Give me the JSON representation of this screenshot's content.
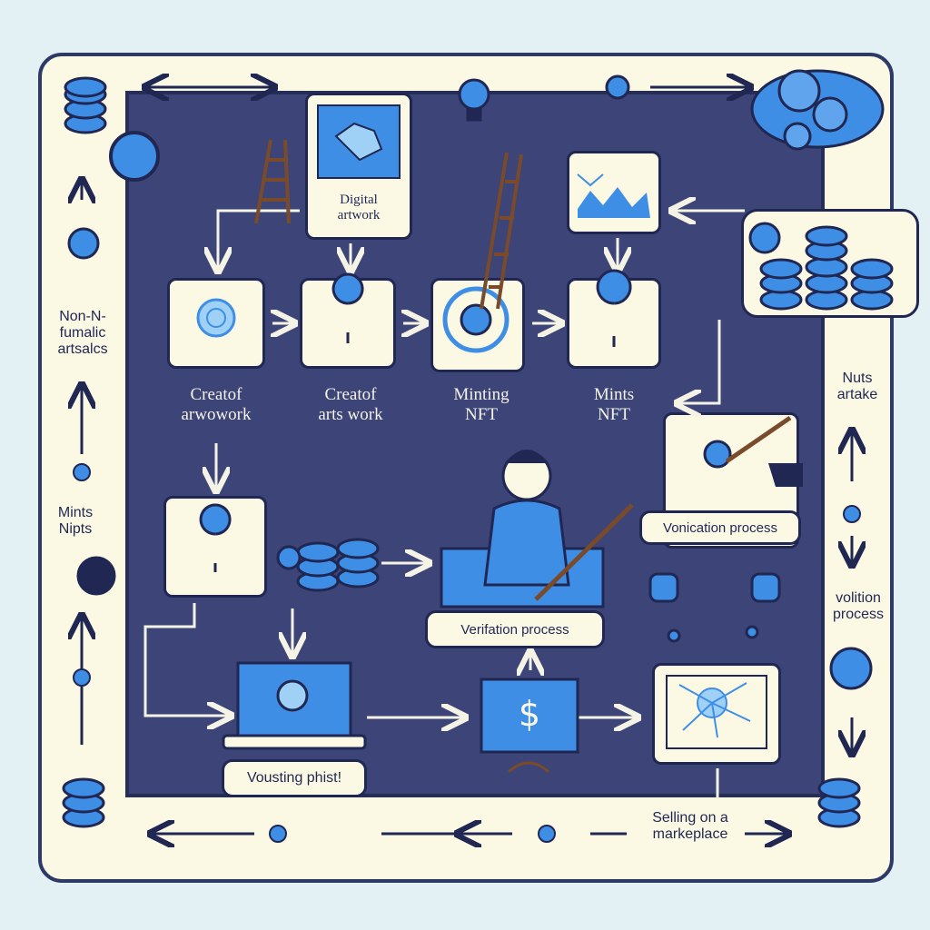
{
  "colors": {
    "background": "#e4f1f4",
    "frame": "#fbf9e4",
    "board": "#3c4478",
    "outline": "#1f2752",
    "accent": "#3f8ee6",
    "accent_light": "#9fd0f5"
  },
  "labels": {
    "digital_artwork": "Digital\nartwork",
    "step1": "Creatof\narwowork",
    "step2": "Creatof\narts work",
    "step3": "Minting\nNFT",
    "step4": "Mints\nNFT",
    "verification_top": "Vonication process",
    "verification_mid": "Verifation process",
    "voting": "Vousting phist!",
    "selling": "Selling on a\nmarkeplace"
  },
  "side_labels": {
    "left_top": "Non-N-\nfumalic\nartsalcs",
    "left_mid": "Mints\nNipts",
    "right_top": "Nuts\nartake",
    "right_mid": "volition\nprocess"
  },
  "icons": {
    "coin": "coin-stack-icon",
    "nft": "nft-badge-icon",
    "bulb": "lightbulb-icon",
    "cloud": "cloud-icon",
    "dollar": "dollar-icon",
    "ladder": "ladder-icon",
    "person": "person-icon",
    "pen": "pen-icon",
    "network": "network-icon"
  },
  "symbols": {
    "dollar": "$"
  }
}
